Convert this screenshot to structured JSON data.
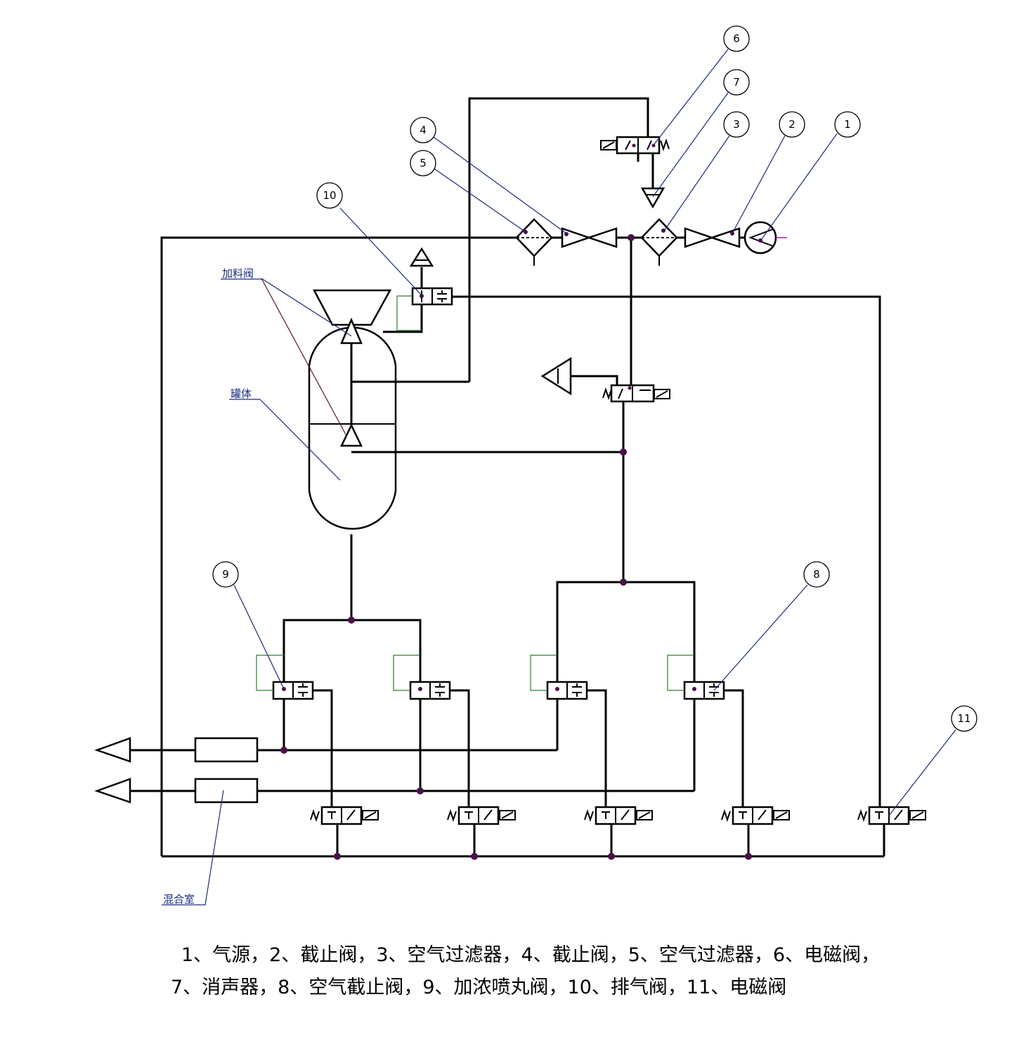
{
  "tags": {
    "t1": "1",
    "t2": "2",
    "t3": "3",
    "t4": "4",
    "t5": "5",
    "t6": "6",
    "t7": "7",
    "t8": "8",
    "t9": "9",
    "t10": "10",
    "t11": "11"
  },
  "labels": {
    "feed_valve": "加料阀",
    "tank_body": "罐体",
    "mixing_chamber": "混合室"
  },
  "legend": {
    "line1": "1、气源，2、截止阀，3、空气过滤器，4、截止阀，5、空气过滤器，6、电磁阀，",
    "line2": "7、消声器，8、空气截止阀，9、加浓喷丸阀，10、排气阀，11、电磁阀"
  }
}
